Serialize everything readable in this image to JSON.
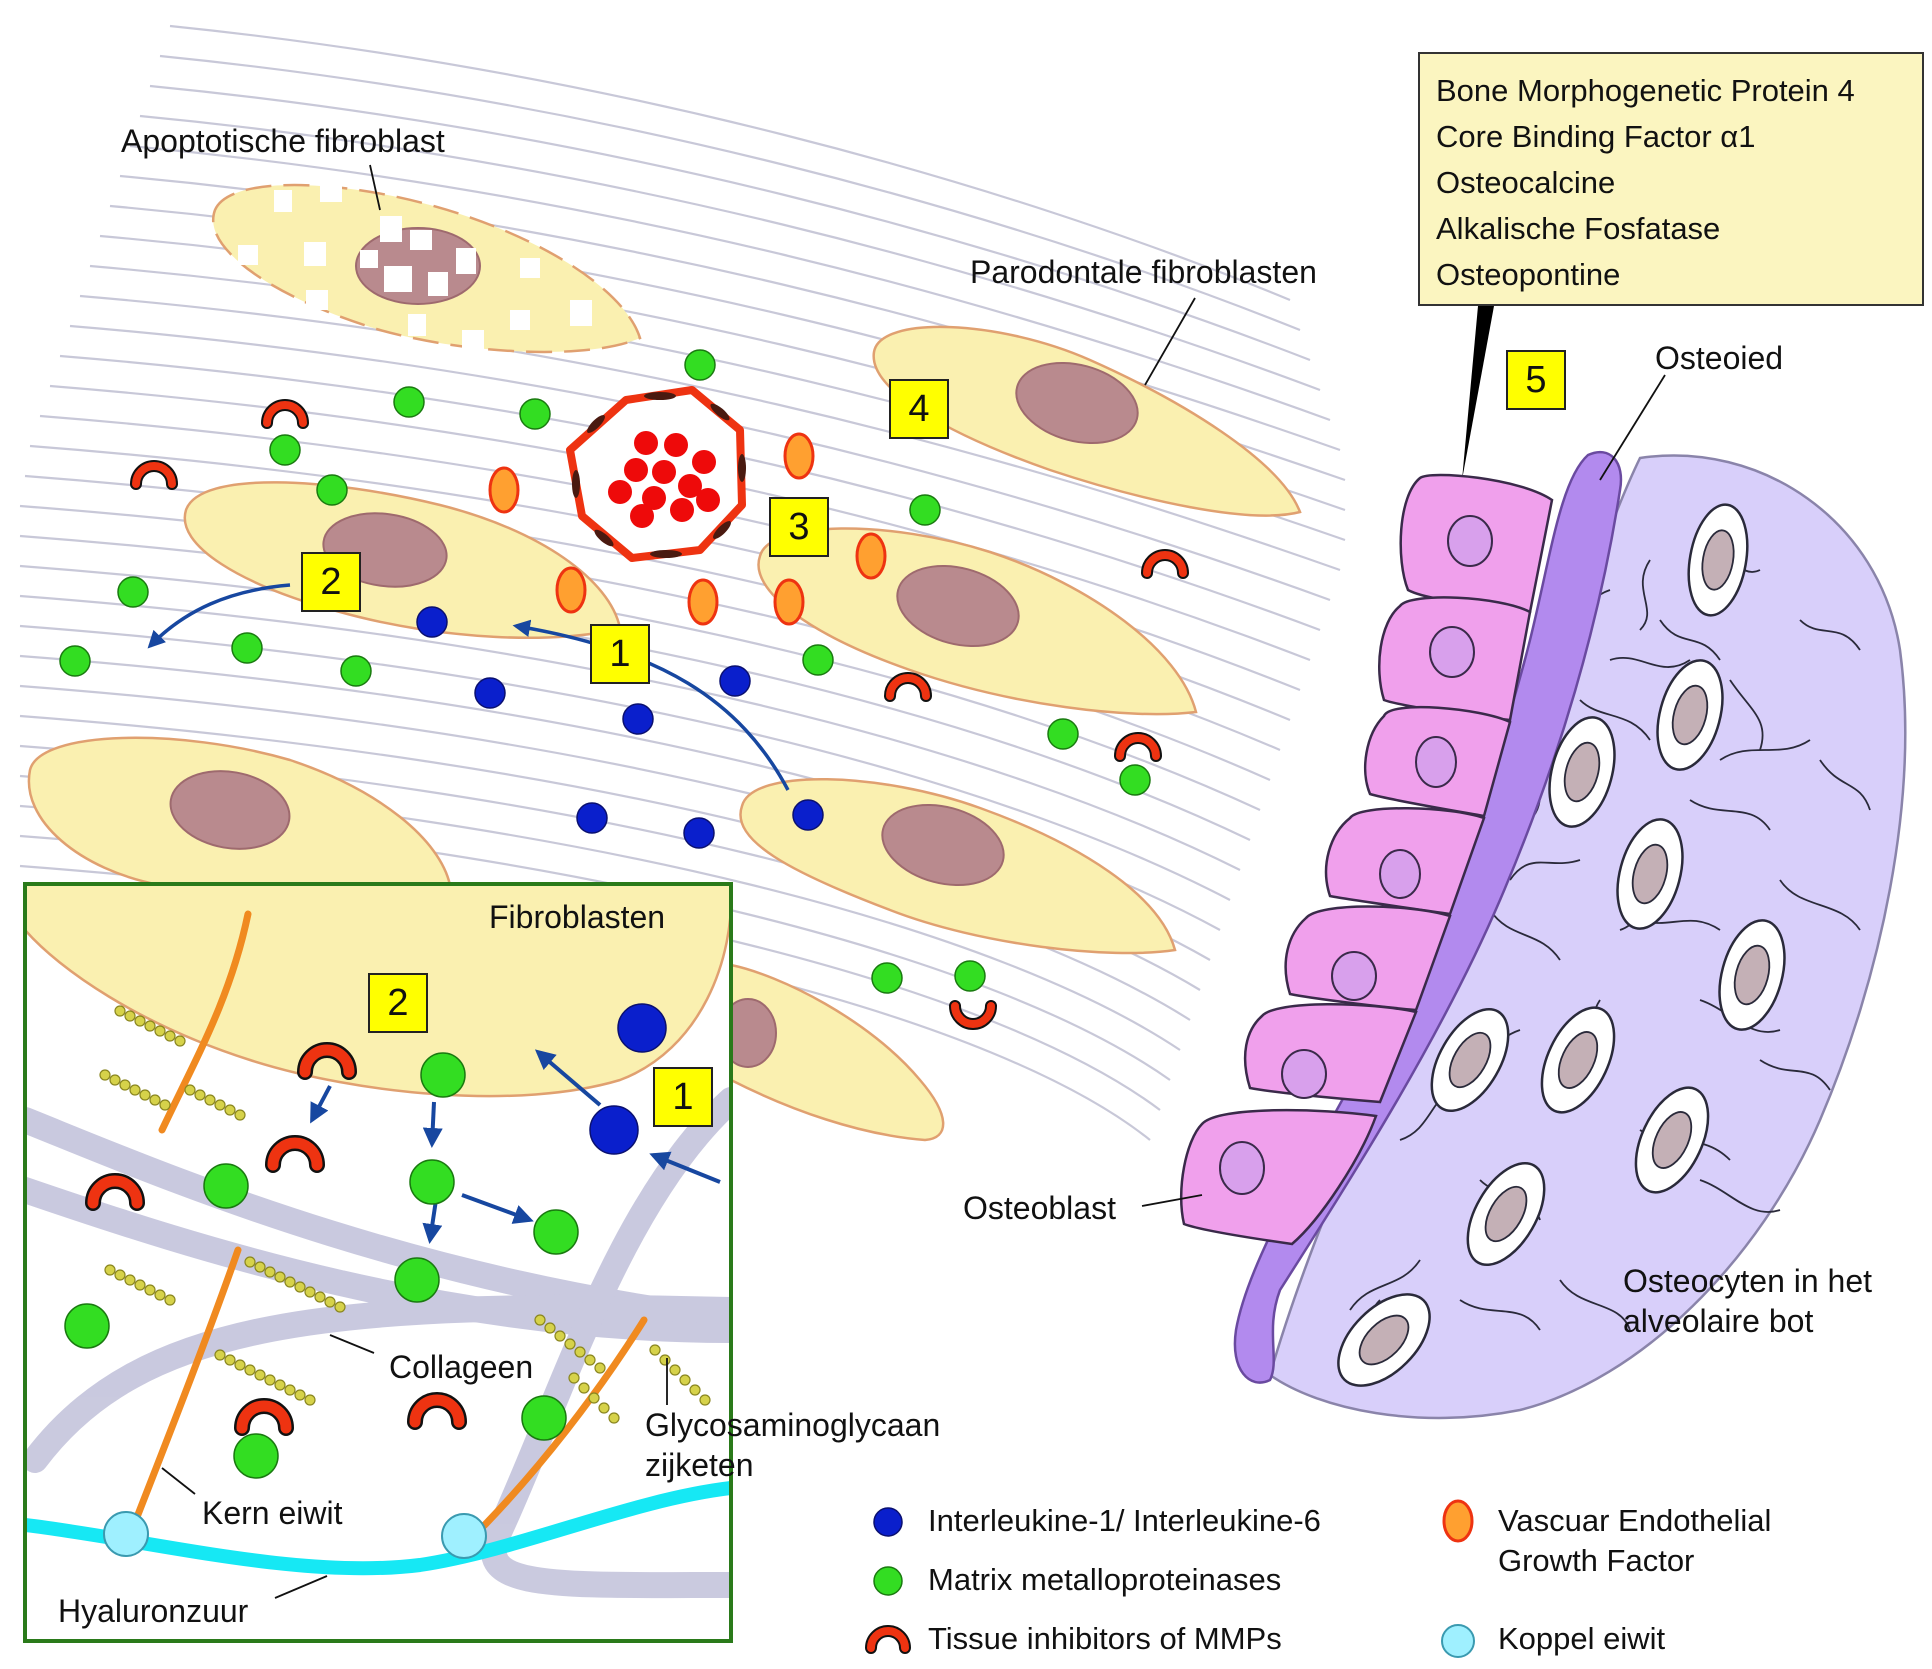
{
  "colors": {
    "fibroblast_fill": "#faf0b0",
    "fibroblast_stroke": "#e0a070",
    "nucleus": "#b98a8e",
    "interleukin": "#0a1fcc",
    "mmp": "#33dd22",
    "timp": "#ee3311",
    "vegf": "#ffa030",
    "koppel_eiwit": "#9ff0ff",
    "osteoblast": "#f0a0ec",
    "osteoid": "#b28aee",
    "bone": "#d8cffa",
    "badge": "#ffff00",
    "inset_border": "#2a7a1a",
    "hyaluronic": "#16e8f4",
    "collagen": "#c4c4dc",
    "core_protein": "#f08a20"
  },
  "labels": {
    "apoptotic": "Apoptotische fibroblast",
    "parodontal": "Parodontale fibroblasten",
    "osteoid": "Osteoied",
    "osteoblast": "Osteoblast",
    "osteocytes_line1": "Osteocyten in het",
    "osteocytes_line2": "alveolaire bot",
    "fibroblasten": "Fibroblasten",
    "collageen": "Collageen",
    "gag_line1": "Glycosaminoglycaan",
    "gag_line2": "zijketen",
    "kern_eiwit": "Kern eiwit",
    "hyaluronzuur": "Hyaluronzuur"
  },
  "badges": {
    "b1": "1",
    "b2": "2",
    "b3": "3",
    "b4": "4",
    "b5": "5",
    "inset_b1": "1",
    "inset_b2": "2"
  },
  "info_box": [
    "Bone Morphogenetic Protein 4",
    "Core Binding Factor α1",
    "Osteocalcine",
    "Alkalische Fosfatase",
    "Osteopontine"
  ],
  "legend": {
    "interleukin": "Interleukine-1/ Interleukine-6",
    "mmp": "Matrix metalloproteinases",
    "timp": "Tissue inhibitors of MMPs",
    "vegf_line1": "Vascuar Endothelial",
    "vegf_line2": "Growth Factor",
    "koppel": "Koppel eiwit"
  }
}
